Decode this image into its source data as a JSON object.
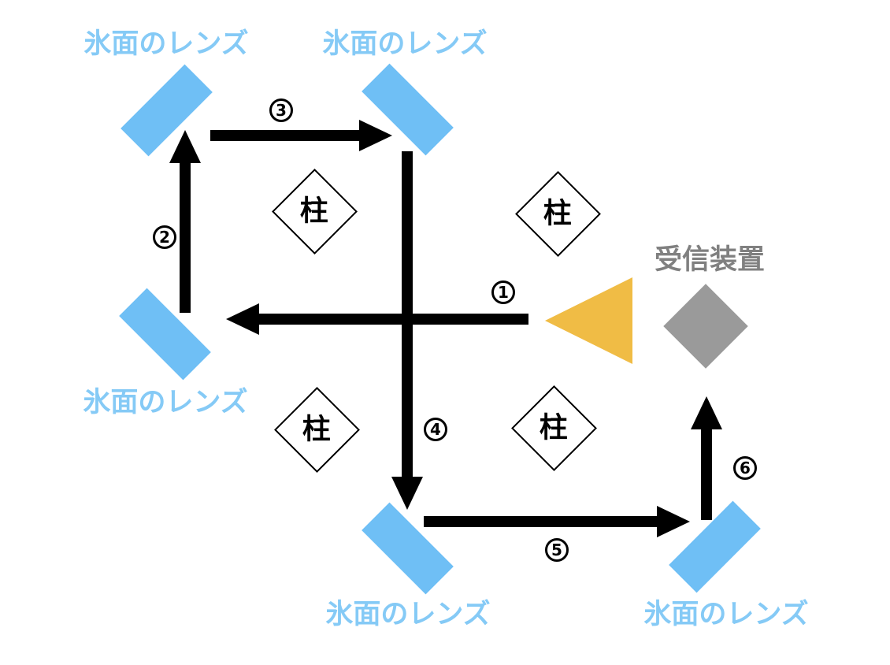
{
  "labels": {
    "lens": "氷面のレンズ",
    "pillar": "柱",
    "receiver": "受信装置"
  },
  "steps": [
    {
      "number": "1",
      "direction": "left"
    },
    {
      "number": "2",
      "direction": "up"
    },
    {
      "number": "3",
      "direction": "right"
    },
    {
      "number": "4",
      "direction": "down"
    },
    {
      "number": "5",
      "direction": "right"
    },
    {
      "number": "6",
      "direction": "up"
    }
  ],
  "colors": {
    "background": "#FFFFFF",
    "lens_fill": "#6FBFF5",
    "lens_label_text": "#85CAF6",
    "pillar_fill": "#FFFFFF",
    "pillar_border": "#000000",
    "receiver_fill": "#9A9A9A",
    "receiver_label_text": "#808080",
    "source_fill": "#F0BC45",
    "arrow_black": "#000000"
  }
}
